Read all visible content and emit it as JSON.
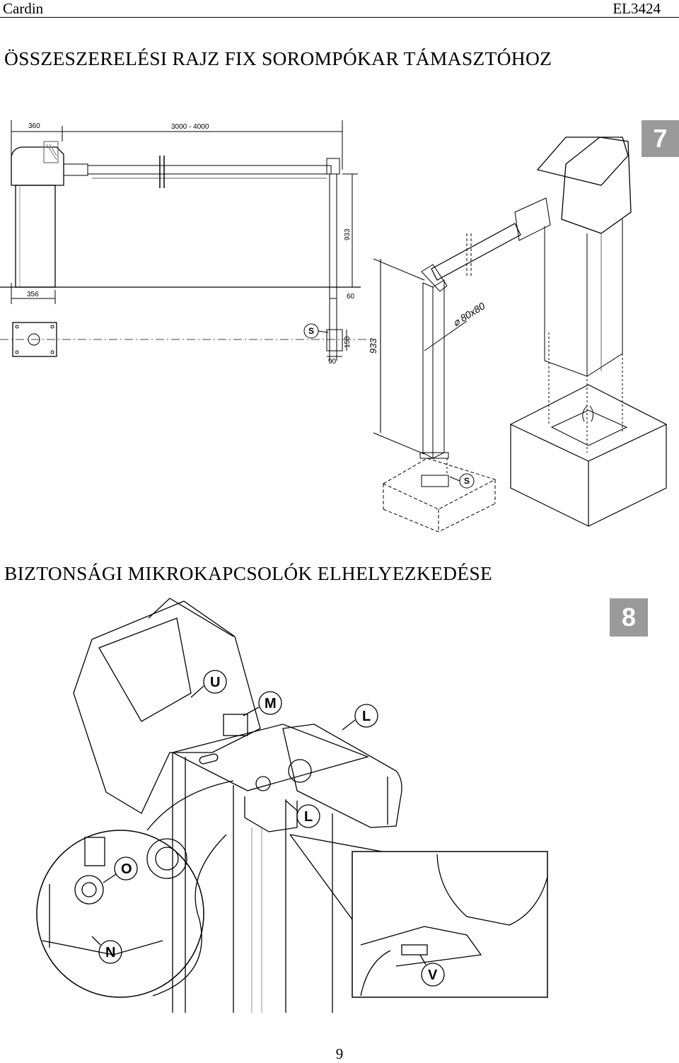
{
  "header": {
    "brand": "Cardin",
    "model": "EL3424"
  },
  "section1": {
    "title": "ÖSSZESZERELÉSI RAJZ FIX SOROMPÓKAR TÁMASZTÓHOZ",
    "figure_number": "7",
    "dimensions": {
      "d360": "360",
      "length": "3000 - 4000",
      "height_left": "933",
      "d356": "356",
      "d60": "60",
      "d150": "150",
      "d90": "90",
      "height_iso": "933",
      "tube": "⌀ 80x80"
    },
    "labels": {
      "s1": "S",
      "s2": "S"
    }
  },
  "section2": {
    "title": "BIZTONSÁGI MIKROKAPCSOLÓK ELHELYEZKEDÉSE",
    "figure_number": "8",
    "labels": {
      "u": "U",
      "m": "M",
      "l1": "L",
      "l2": "L",
      "o": "O",
      "n": "N",
      "v": "V"
    }
  },
  "footer": {
    "page_number": "9"
  }
}
